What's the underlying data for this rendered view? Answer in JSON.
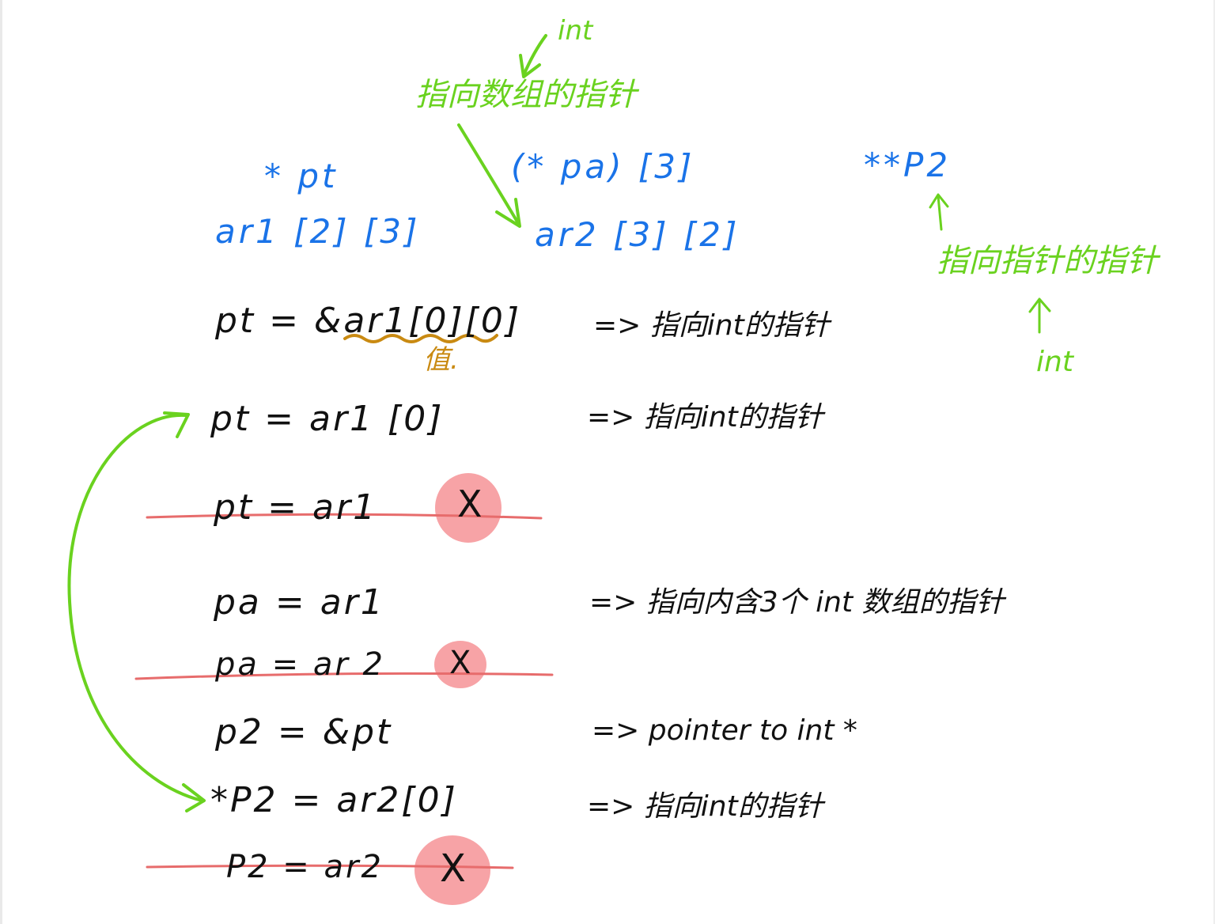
{
  "colors": {
    "ink": "#111111",
    "blue": "#1a73e8",
    "green": "#6ad21f",
    "brown": "#c98a12",
    "red_line": "#e76c6c",
    "red_blob": "#f7a3a6"
  },
  "top_labels": {
    "int_top": "int",
    "pointer_to_array": "指向数组的指针",
    "pt_decl": "* pt",
    "ar1_decl": "ar1 [2] [3]",
    "pa_decl": "(* pa) [3]",
    "ar2_decl": "ar2 [3] [2]",
    "p2_decl": "**P2",
    "pointer_to_pointer": "指向指针的指针",
    "int_bottom": "int"
  },
  "rows": [
    {
      "code": "pt = &ar1[0][0]",
      "note": "=> 指向int的指针",
      "annotation": "值."
    },
    {
      "code": "pt = ar1 [0]",
      "note": "=> 指向int的指针"
    },
    {
      "code": "pt = ar1",
      "mark": "X"
    },
    {
      "code": "pa = ar1",
      "note": "=> 指向内含3个 int 数组的指针"
    },
    {
      "code": "pa = ar 2",
      "mark": "X"
    },
    {
      "code": "p2 = &pt",
      "note": "=> pointer to int *"
    },
    {
      "code": "*P2 = ar2[0]",
      "note": "=> 指向int的指针"
    },
    {
      "code": "P2 = ar2",
      "mark": "X"
    }
  ]
}
